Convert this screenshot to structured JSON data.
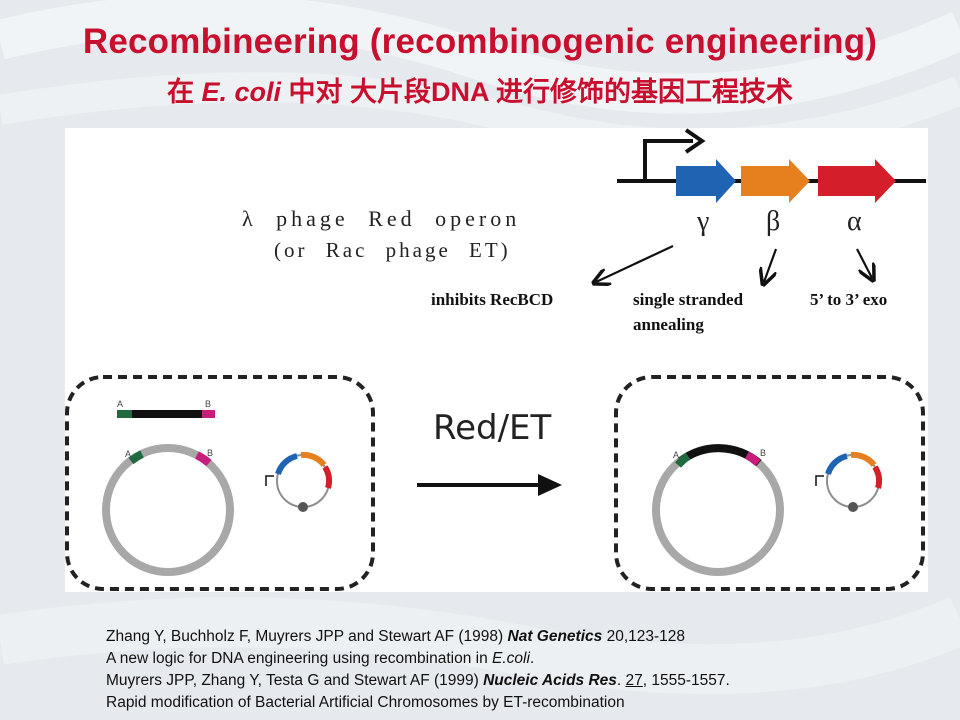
{
  "title": {
    "english": "Recombineering (recombinogenic engineering)",
    "chinese_part1": "在 ",
    "chinese_italic": "E. coli",
    "chinese_part2": " 中对 大片段DNA 进行修饰的基因工程技术"
  },
  "diagram": {
    "phage_line1": "λ phage Red operon",
    "phage_line2": "(or Rac phage ET)",
    "genes": [
      {
        "symbol": "γ",
        "color": "#1f63b3",
        "function": "inhibits RecBCD"
      },
      {
        "symbol": "β",
        "color": "#e6801f",
        "function": "single stranded annealing"
      },
      {
        "symbol": "α",
        "color": "#d41f2a",
        "function": "5’ to 3’ exo"
      }
    ],
    "func_beta_line1": "single stranded",
    "func_beta_line2": "annealing",
    "reaction_label": "Red/ET",
    "homology_arm_a": "A",
    "homology_arm_b": "B",
    "arm_a_color": "#1f6b3f",
    "arm_b_color": "#c81d7d"
  },
  "references": {
    "ref1_authors": "Zhang Y, Buchholz F, Muyrers JPP and Stewart AF (1998) ",
    "ref1_journal": "Nat Genetics",
    "ref1_rest": " 20,123-128",
    "ref2_prefix": "A new logic for DNA engineering using recombination in ",
    "ref2_italic": "E.coli",
    "ref2_suffix": ".",
    "ref3_authors": "Muyrers JPP, Zhang Y, Testa G and Stewart AF (1999) ",
    "ref3_journal": "Nucleic Acids Res",
    "ref3_dot": ". ",
    "ref3_volume": "27",
    "ref3_rest": ", 1555-1557.",
    "ref4": "Rapid modification of Bacterial Artificial Chromosomes by ET-recombination"
  }
}
